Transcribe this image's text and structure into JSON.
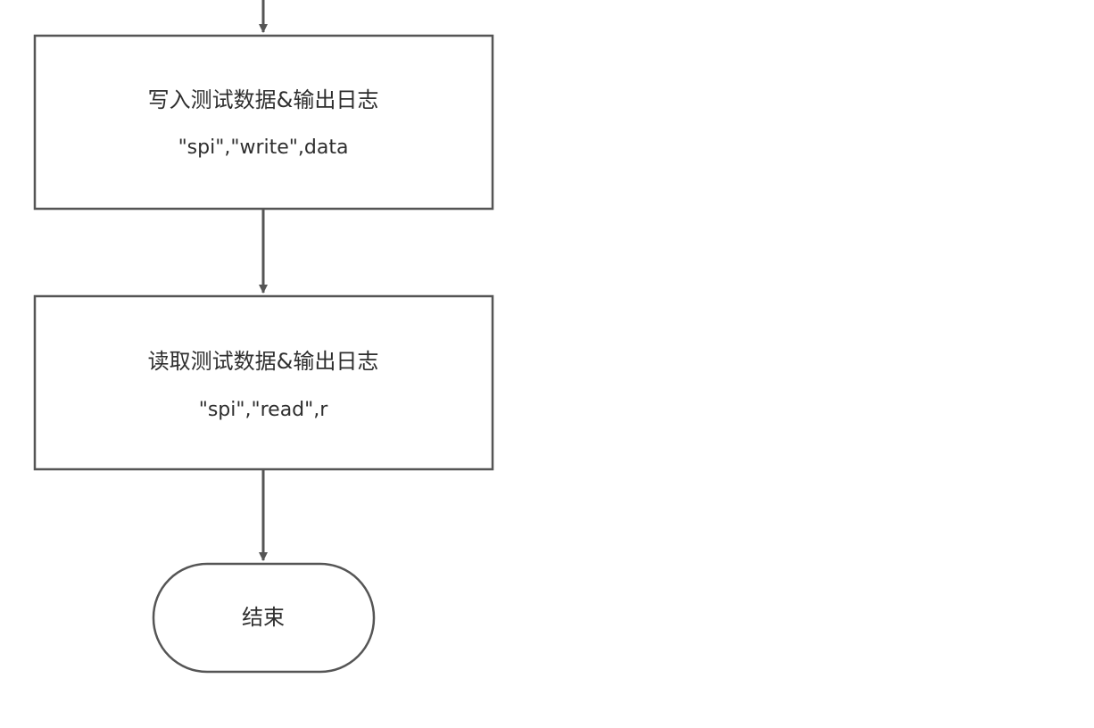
{
  "flowchart": {
    "nodes": [
      {
        "kind": "process",
        "title": "写入测试数据&输出日志",
        "detail": "\"spi\",\"write\",data"
      },
      {
        "kind": "process",
        "title": "读取测试数据&输出日志",
        "detail": "\"spi\",\"read\",r"
      },
      {
        "kind": "terminator",
        "title": "结束"
      }
    ],
    "colors": {
      "stroke": "#555555",
      "box_fill": "#ffffff",
      "text": "#2e2e2e",
      "background": "#ffffff"
    }
  }
}
